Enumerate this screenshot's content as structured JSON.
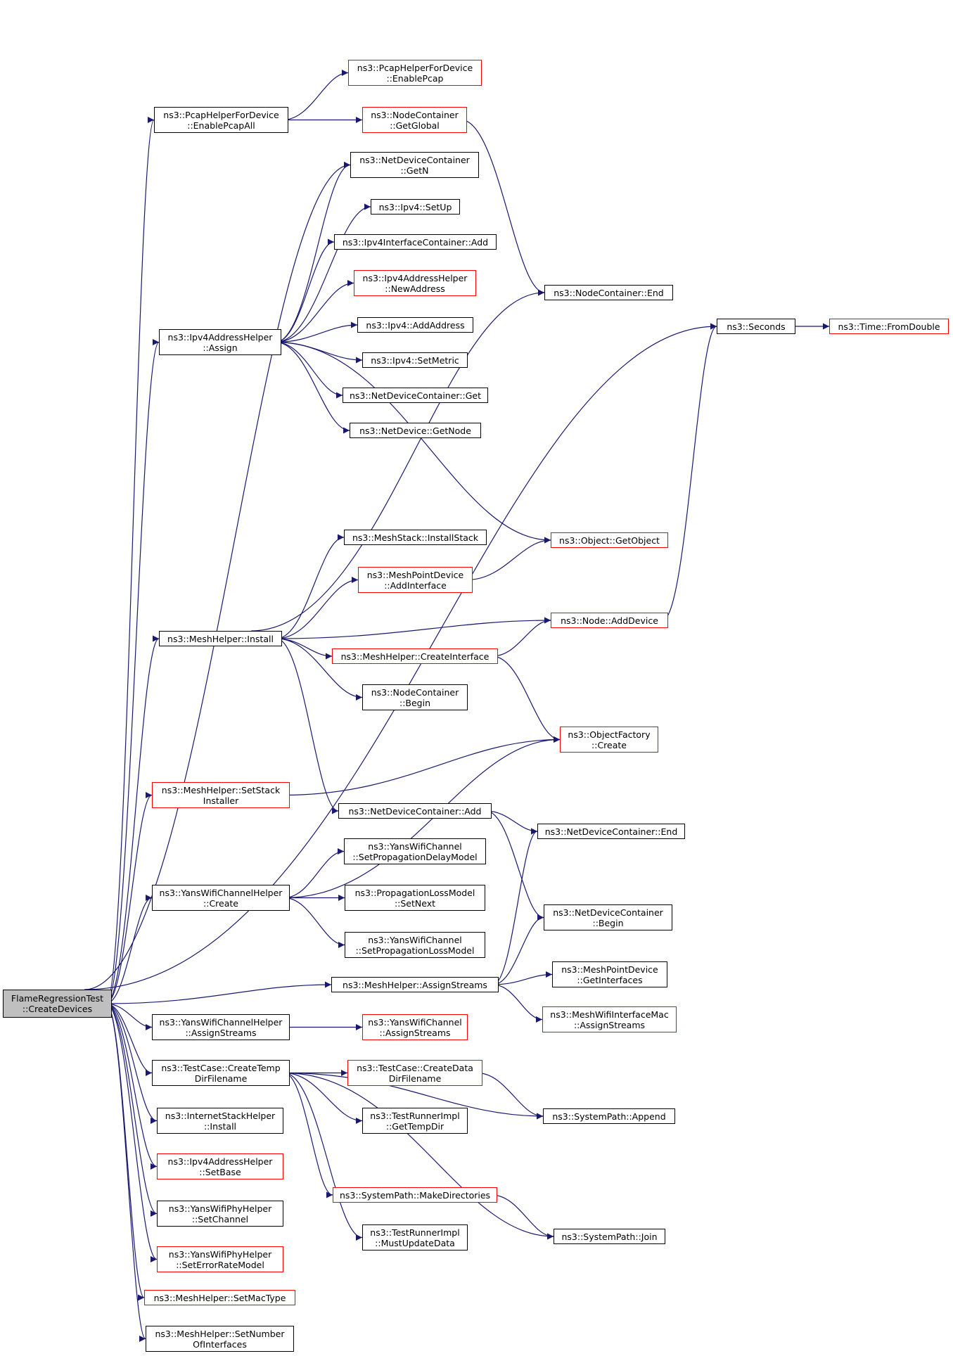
{
  "diagram": {
    "colors": {
      "edge": "#191970",
      "red_border": "#ff0000",
      "normal_border": "#000000",
      "root_fill": "#bfbfbf"
    },
    "nodes": [
      {
        "id": "root",
        "lines": [
          "FlameRegressionTest",
          "::CreateDevices"
        ],
        "style": "root"
      },
      {
        "id": "pcap_all",
        "lines": [
          "ns3::PcapHelperForDevice",
          "::EnablePcapAll"
        ],
        "style": "normal"
      },
      {
        "id": "pcap_enable",
        "lines": [
          "ns3::PcapHelperForDevice",
          "::EnablePcap"
        ],
        "style": "red"
      },
      {
        "id": "nc_getglobal",
        "lines": [
          "ns3::NodeContainer",
          "::GetGlobal"
        ],
        "style": "red"
      },
      {
        "id": "ndc_getn",
        "lines": [
          "ns3::NetDeviceContainer",
          "::GetN"
        ],
        "style": "normal"
      },
      {
        "id": "ipv4_setup",
        "lines": [
          "ns3::Ipv4::SetUp"
        ],
        "style": "normal"
      },
      {
        "id": "ipv4ic_add",
        "lines": [
          "ns3::Ipv4InterfaceContainer::Add"
        ],
        "style": "normal"
      },
      {
        "id": "ipv4ah_newaddr",
        "lines": [
          "ns3::Ipv4AddressHelper",
          "::NewAddress"
        ],
        "style": "red"
      },
      {
        "id": "ipv4ah_assign",
        "lines": [
          "ns3::Ipv4AddressHelper",
          "::Assign"
        ],
        "style": "normal"
      },
      {
        "id": "ipv4_addaddr",
        "lines": [
          "ns3::Ipv4::AddAddress"
        ],
        "style": "normal"
      },
      {
        "id": "ipv4_setmetric",
        "lines": [
          "ns3::Ipv4::SetMetric"
        ],
        "style": "normal"
      },
      {
        "id": "ndc_get",
        "lines": [
          "ns3::NetDeviceContainer::Get"
        ],
        "style": "normal"
      },
      {
        "id": "nd_getnode",
        "lines": [
          "ns3::NetDevice::GetNode"
        ],
        "style": "normal"
      },
      {
        "id": "nc_end",
        "lines": [
          "ns3::NodeContainer::End"
        ],
        "style": "normal"
      },
      {
        "id": "seconds",
        "lines": [
          "ns3::Seconds"
        ],
        "style": "normal"
      },
      {
        "id": "time_fromdouble",
        "lines": [
          "ns3::Time::FromDouble"
        ],
        "style": "red"
      },
      {
        "id": "meshstack_install",
        "lines": [
          "ns3::MeshStack::InstallStack"
        ],
        "style": "normal"
      },
      {
        "id": "object_getobject",
        "lines": [
          "ns3::Object::GetObject"
        ],
        "style": "red"
      },
      {
        "id": "mpd_addinterface",
        "lines": [
          "ns3::MeshPointDevice",
          "::AddInterface"
        ],
        "style": "red"
      },
      {
        "id": "meshhelper_install",
        "lines": [
          "ns3::MeshHelper::Install"
        ],
        "style": "normal"
      },
      {
        "id": "node_adddevice",
        "lines": [
          "ns3::Node::AddDevice"
        ],
        "style": "red"
      },
      {
        "id": "mh_createinterface",
        "lines": [
          "ns3::MeshHelper::CreateInterface"
        ],
        "style": "red"
      },
      {
        "id": "nc_begin",
        "lines": [
          "ns3::NodeContainer",
          "::Begin"
        ],
        "style": "normal"
      },
      {
        "id": "objfactory_create",
        "lines": [
          "ns3::ObjectFactory",
          "::Create"
        ],
        "style": "red"
      },
      {
        "id": "mh_setstack",
        "lines": [
          "ns3::MeshHelper::SetStack",
          "Installer"
        ],
        "style": "red"
      },
      {
        "id": "ndc_add",
        "lines": [
          "ns3::NetDeviceContainer::Add"
        ],
        "style": "normal"
      },
      {
        "id": "ndc_end",
        "lines": [
          "ns3::NetDeviceContainer::End"
        ],
        "style": "normal"
      },
      {
        "id": "ywc_setpropdelay",
        "lines": [
          "ns3::YansWifiChannel",
          "::SetPropagationDelayModel"
        ],
        "style": "normal"
      },
      {
        "id": "ywch_create",
        "lines": [
          "ns3::YansWifiChannelHelper",
          "::Create"
        ],
        "style": "normal"
      },
      {
        "id": "plm_setnext",
        "lines": [
          "ns3::PropagationLossModel",
          "::SetNext"
        ],
        "style": "normal"
      },
      {
        "id": "ndc_begin",
        "lines": [
          "ns3::NetDeviceContainer",
          "::Begin"
        ],
        "style": "normal"
      },
      {
        "id": "ywc_setproploss",
        "lines": [
          "ns3::YansWifiChannel",
          "::SetPropagationLossModel"
        ],
        "style": "normal"
      },
      {
        "id": "mpd_getinterfaces",
        "lines": [
          "ns3::MeshPointDevice",
          "::GetInterfaces"
        ],
        "style": "normal"
      },
      {
        "id": "mh_assignstreams",
        "lines": [
          "ns3::MeshHelper::AssignStreams"
        ],
        "style": "normal"
      },
      {
        "id": "mwim_assignstreams",
        "lines": [
          "ns3::MeshWifiInterfaceMac",
          "::AssignStreams"
        ],
        "style": "red"
      },
      {
        "id": "ywch_assignstreams",
        "lines": [
          "ns3::YansWifiChannelHelper",
          "::AssignStreams"
        ],
        "style": "normal"
      },
      {
        "id": "ywc_assignstreams",
        "lines": [
          "ns3::YansWifiChannel",
          "::AssignStreams"
        ],
        "style": "red"
      },
      {
        "id": "tc_createtemp",
        "lines": [
          "ns3::TestCase::CreateTemp",
          "DirFilename"
        ],
        "style": "normal"
      },
      {
        "id": "tc_createdata",
        "lines": [
          "ns3::TestCase::CreateData",
          "DirFilename"
        ],
        "style": "red"
      },
      {
        "id": "sp_append",
        "lines": [
          "ns3::SystemPath::Append"
        ],
        "style": "normal"
      },
      {
        "id": "ish_install",
        "lines": [
          "ns3::InternetStackHelper",
          "::Install"
        ],
        "style": "normal"
      },
      {
        "id": "tri_gettempdir",
        "lines": [
          "ns3::TestRunnerImpl",
          "::GetTempDir"
        ],
        "style": "normal"
      },
      {
        "id": "ipv4ah_setbase",
        "lines": [
          "ns3::Ipv4AddressHelper",
          "::SetBase"
        ],
        "style": "red"
      },
      {
        "id": "sp_makedirs",
        "lines": [
          "ns3::SystemPath::MakeDirectories"
        ],
        "style": "red"
      },
      {
        "id": "ywph_setchannel",
        "lines": [
          "ns3::YansWifiPhyHelper",
          "::SetChannel"
        ],
        "style": "normal"
      },
      {
        "id": "tri_mustupdate",
        "lines": [
          "ns3::TestRunnerImpl",
          "::MustUpdateData"
        ],
        "style": "normal"
      },
      {
        "id": "sp_join",
        "lines": [
          "ns3::SystemPath::Join"
        ],
        "style": "normal"
      },
      {
        "id": "ywph_seterror",
        "lines": [
          "ns3::YansWifiPhyHelper",
          "::SetErrorRateModel"
        ],
        "style": "red"
      },
      {
        "id": "mh_setmactype",
        "lines": [
          "ns3::MeshHelper::SetMacType"
        ],
        "style": "red"
      },
      {
        "id": "mh_setnumber",
        "lines": [
          "ns3::MeshHelper::SetNumber",
          "OfInterfaces"
        ],
        "style": "normal"
      }
    ],
    "edges": [
      [
        "root",
        "seconds"
      ],
      [
        "root",
        "pcap_all"
      ],
      [
        "root",
        "ndc_getn"
      ],
      [
        "root",
        "ipv4ah_assign"
      ],
      [
        "root",
        "meshhelper_install"
      ],
      [
        "root",
        "mh_setstack"
      ],
      [
        "root",
        "ywch_create"
      ],
      [
        "root",
        "mh_assignstreams"
      ],
      [
        "root",
        "ywch_assignstreams"
      ],
      [
        "root",
        "tc_createtemp"
      ],
      [
        "root",
        "ish_install"
      ],
      [
        "root",
        "ipv4ah_setbase"
      ],
      [
        "root",
        "ywph_setchannel"
      ],
      [
        "root",
        "ywph_seterror"
      ],
      [
        "root",
        "mh_setmactype"
      ],
      [
        "root",
        "mh_setnumber"
      ],
      [
        "pcap_all",
        "pcap_enable"
      ],
      [
        "pcap_all",
        "nc_getglobal"
      ],
      [
        "nc_getglobal",
        "nc_end"
      ],
      [
        "ipv4ah_assign",
        "ndc_getn"
      ],
      [
        "ipv4ah_assign",
        "ipv4_setup"
      ],
      [
        "ipv4ah_assign",
        "ipv4ic_add"
      ],
      [
        "ipv4ah_assign",
        "ipv4ah_newaddr"
      ],
      [
        "ipv4ah_assign",
        "ipv4_addaddr"
      ],
      [
        "ipv4ah_assign",
        "ipv4_setmetric"
      ],
      [
        "ipv4ah_assign",
        "ndc_get"
      ],
      [
        "ipv4ah_assign",
        "nd_getnode"
      ],
      [
        "ipv4ah_assign",
        "object_getobject"
      ],
      [
        "seconds",
        "time_fromdouble"
      ],
      [
        "meshhelper_install",
        "nc_end"
      ],
      [
        "meshhelper_install",
        "meshstack_install"
      ],
      [
        "meshhelper_install",
        "mpd_addinterface"
      ],
      [
        "meshhelper_install",
        "node_adddevice"
      ],
      [
        "meshhelper_install",
        "mh_createinterface"
      ],
      [
        "meshhelper_install",
        "nc_begin"
      ],
      [
        "meshhelper_install",
        "ndc_add"
      ],
      [
        "mpd_addinterface",
        "object_getobject"
      ],
      [
        "node_adddevice",
        "seconds"
      ],
      [
        "mh_createinterface",
        "node_adddevice"
      ],
      [
        "mh_createinterface",
        "objfactory_create"
      ],
      [
        "mh_setstack",
        "objfactory_create"
      ],
      [
        "ndc_add",
        "ndc_end"
      ],
      [
        "ndc_add",
        "ndc_begin"
      ],
      [
        "ywch_create",
        "objfactory_create"
      ],
      [
        "ywch_create",
        "ywc_setpropdelay"
      ],
      [
        "ywch_create",
        "plm_setnext"
      ],
      [
        "ywch_create",
        "ywc_setproploss"
      ],
      [
        "mh_assignstreams",
        "ndc_end"
      ],
      [
        "mh_assignstreams",
        "ndc_begin"
      ],
      [
        "mh_assignstreams",
        "mpd_getinterfaces"
      ],
      [
        "mh_assignstreams",
        "mwim_assignstreams"
      ],
      [
        "ywch_assignstreams",
        "ywc_assignstreams"
      ],
      [
        "tc_createtemp",
        "tc_createdata"
      ],
      [
        "tc_createtemp",
        "tri_gettempdir"
      ],
      [
        "tc_createtemp",
        "sp_append"
      ],
      [
        "tc_createtemp",
        "sp_makedirs"
      ],
      [
        "tc_createtemp",
        "tri_mustupdate"
      ],
      [
        "tc_createtemp",
        "sp_join"
      ],
      [
        "tc_createdata",
        "sp_append"
      ],
      [
        "sp_makedirs",
        "sp_join"
      ]
    ]
  }
}
